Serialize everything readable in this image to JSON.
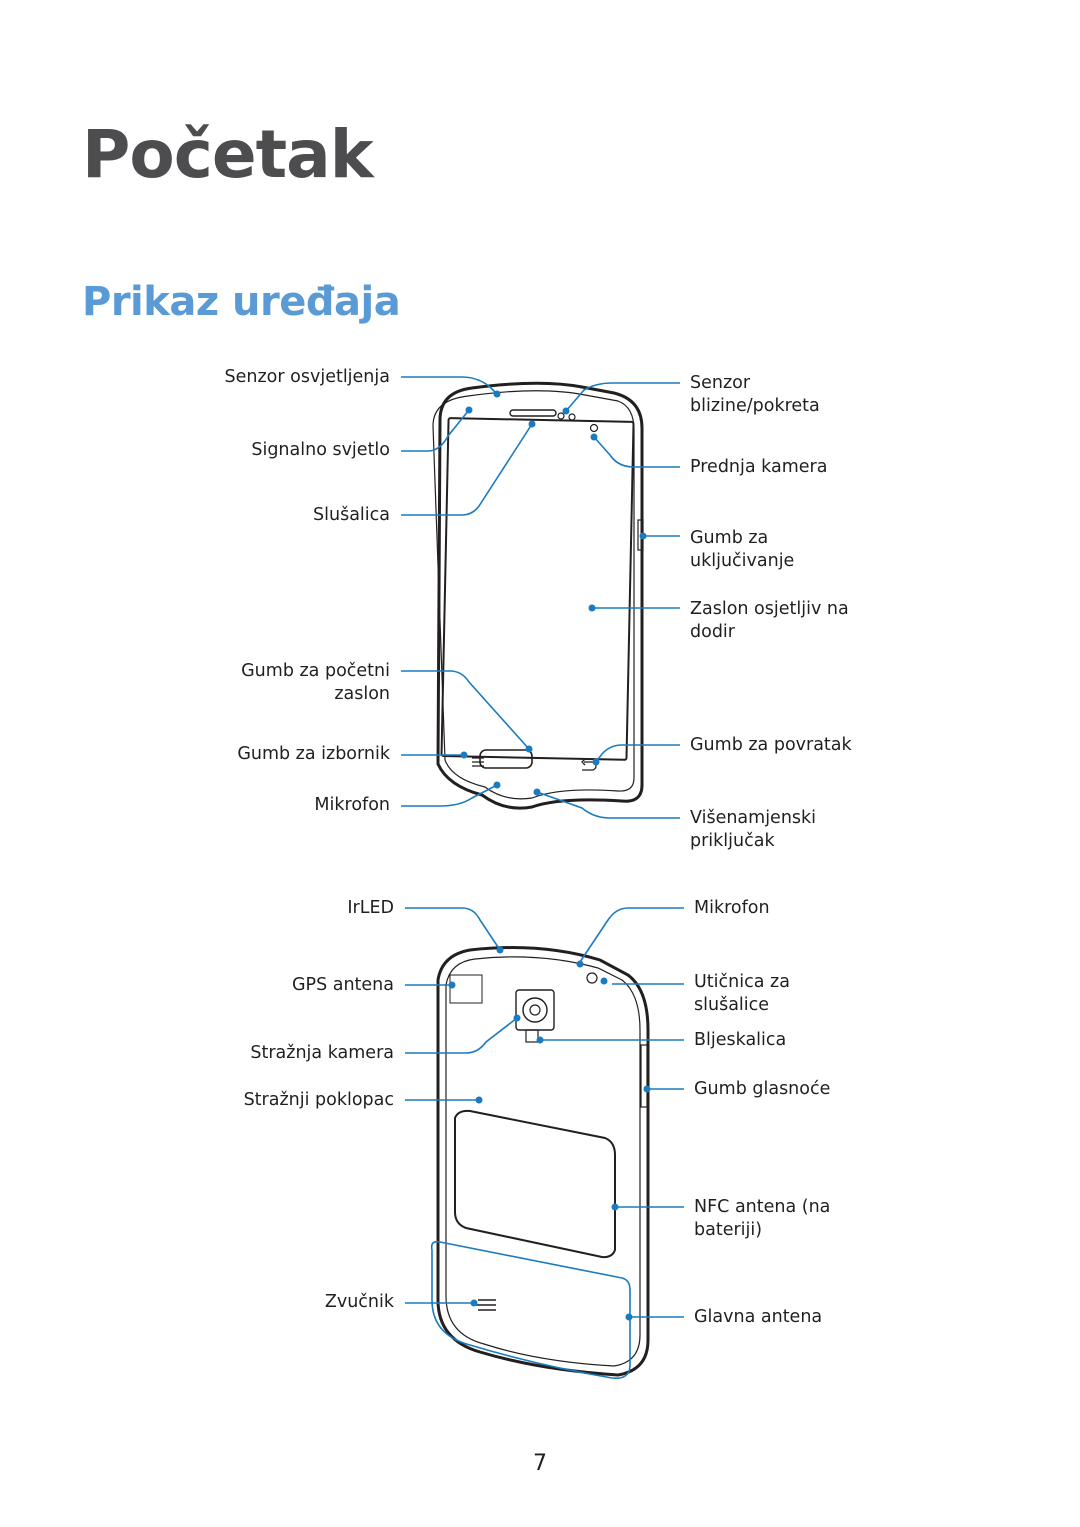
{
  "page": {
    "chapter_title": "Početak",
    "section_title": "Prikaz uređaja",
    "page_number": "7"
  },
  "front_labels": {
    "light_sensor": "Senzor osvjetljenja",
    "notification_light": "Signalno svjetlo",
    "earpiece": "Slušalica",
    "home_button_1": "Gumb za početni",
    "home_button_2": "zaslon",
    "menu_button": "Gumb za izbornik",
    "microphone": "Mikrofon",
    "proximity_sensor_1": "Senzor",
    "proximity_sensor_2": "blizine/pokreta",
    "front_camera": "Prednja kamera",
    "power_button_1": "Gumb za",
    "power_button_2": "uključivanje",
    "touchscreen_1": "Zaslon osjetljiv na",
    "touchscreen_2": "dodir",
    "back_button": "Gumb za povratak",
    "multipurpose_jack_1": "Višenamjenski",
    "multipurpose_jack_2": "priključak"
  },
  "back_labels": {
    "irled": "IrLED",
    "gps_antenna": "GPS antena",
    "rear_camera": "Stražnja kamera",
    "back_cover": "Stražnji poklopac",
    "speaker": "Zvučnik",
    "microphone": "Mikrofon",
    "headset_jack_1": "Utičnica za",
    "headset_jack_2": "slušalice",
    "flash": "Bljeskalica",
    "volume_button": "Gumb glasnoće",
    "nfc_antenna_1": "NFC antena (na",
    "nfc_antenna_2": "bateriji)",
    "main_antenna": "Glavna antena"
  }
}
